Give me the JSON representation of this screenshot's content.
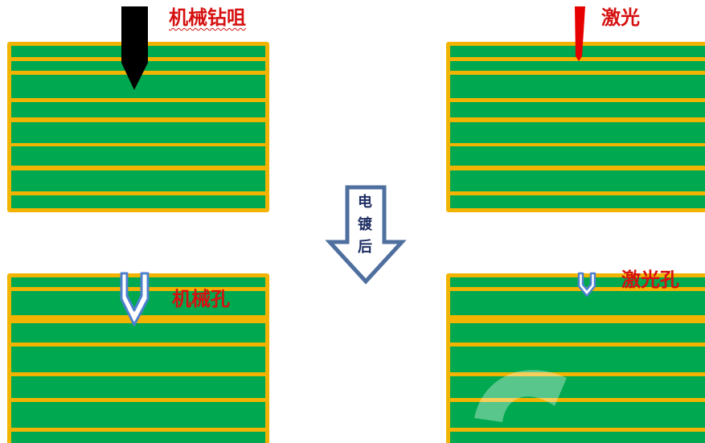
{
  "labels": {
    "mech_drill": "机械钻咀",
    "laser": "激光",
    "mech_hole": "机械孔",
    "laser_hole": "激光孔",
    "plating_char1": "电",
    "plating_char2": "镀",
    "plating_char3": "后"
  },
  "colors": {
    "copper": "#f2b400",
    "laminate": "#00a84f",
    "drill": "#000000",
    "laser_beam": "#e60000",
    "label_red": "#d61010",
    "arrow_outline": "#4f6f9e",
    "arrow_text": "#1f2f64",
    "hole_outline": "#4f80d0"
  }
}
